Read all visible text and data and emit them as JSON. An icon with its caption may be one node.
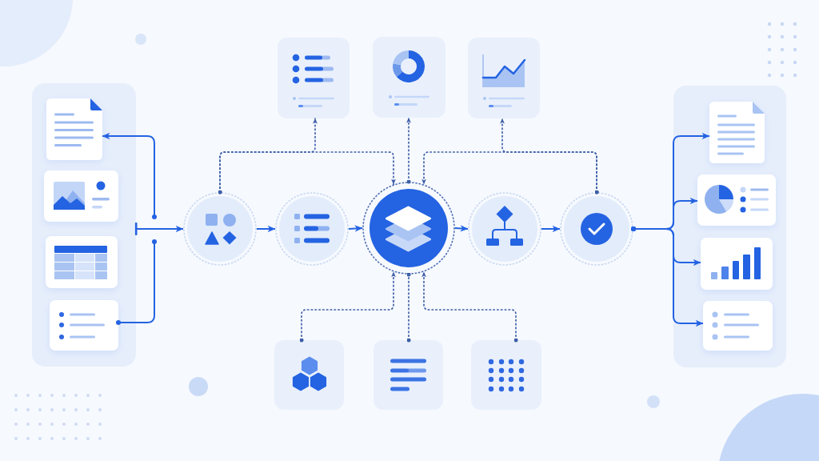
{
  "diagram": {
    "nodes": [
      {
        "text": [],
        "shape": "box"
      },
      {
        "text": [],
        "shape": "document",
        "in": 0
      },
      {
        "text": [],
        "shape": "box",
        "in": 0
      },
      {
        "text": [],
        "shape": "box",
        "in": 0
      },
      {
        "text": [],
        "shape": "box",
        "in": 0
      },
      {
        "text": [],
        "shape": "circle"
      },
      {
        "text": [],
        "shape": "circle"
      },
      {
        "text": [],
        "shape": "circle"
      },
      {
        "text": [],
        "shape": "circle"
      },
      {
        "text": [],
        "shape": "circle"
      },
      {
        "text": [],
        "shape": "box"
      },
      {
        "text": [],
        "shape": "box"
      },
      {
        "text": [],
        "shape": "box"
      },
      {
        "text": [],
        "shape": "box"
      },
      {
        "text": [],
        "shape": "box"
      },
      {
        "text": [],
        "shape": "box"
      },
      {
        "text": [],
        "shape": "box"
      },
      {
        "text": [],
        "shape": "document",
        "in": 16
      },
      {
        "text": [],
        "shape": "box",
        "in": 16
      },
      {
        "text": [],
        "shape": "box",
        "in": 16
      },
      {
        "text": [],
        "shape": "box",
        "in": 16
      }
    ],
    "edges": [
      {
        "from": 0,
        "to": 5,
        "arrow": "to"
      },
      {
        "from": null,
        "to": 1,
        "arrow": "to"
      },
      {
        "from": 4,
        "to": null,
        "arrow": "other"
      },
      {
        "from": 5,
        "to": 6,
        "arrow": "to"
      },
      {
        "from": 6,
        "to": 7,
        "arrow": "to"
      },
      {
        "from": 7,
        "to": 8,
        "arrow": "to"
      },
      {
        "from": 8,
        "to": 9,
        "arrow": "to"
      },
      {
        "from": 5,
        "to": 10,
        "arrow": "to",
        "style": "dashed",
        "color": "#3d5fa8"
      },
      {
        "from": 5,
        "to": 7,
        "arrow": "to",
        "style": "dashed",
        "color": "#3d5fa8"
      },
      {
        "from": 7,
        "to": 11,
        "arrow": "to",
        "style": "dashed",
        "color": "#3d5fa8"
      },
      {
        "from": 9,
        "to": 12,
        "arrow": "to",
        "style": "dashed",
        "color": "#3d5fa8"
      },
      {
        "from": 9,
        "to": 7,
        "arrow": "to",
        "style": "dashed",
        "color": "#3d5fa8"
      },
      {
        "from": 13,
        "to": 7,
        "arrow": "to",
        "style": "dashed",
        "color": "#3d5fa8"
      },
      {
        "from": 14,
        "to": 7,
        "arrow": "other",
        "style": "dashed",
        "color": "#3d5fa8"
      },
      {
        "from": 15,
        "to": 7,
        "arrow": "to",
        "style": "dashed",
        "color": "#3d5fa8"
      },
      {
        "from": 9,
        "to": 17,
        "arrow": "to"
      },
      {
        "from": 9,
        "to": 18,
        "arrow": "to"
      },
      {
        "from": 9,
        "to": 19,
        "arrow": "to"
      },
      {
        "from": 9,
        "to": 20,
        "arrow": "to"
      }
    ]
  }
}
